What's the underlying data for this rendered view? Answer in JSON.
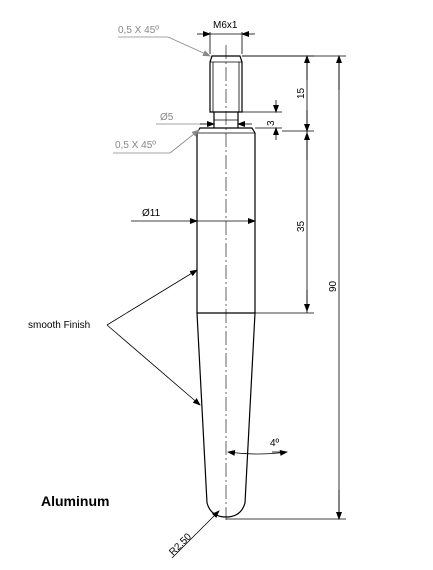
{
  "drawing": {
    "material": "Aluminum",
    "surface_note": "smooth Finish",
    "chamfer_top": "0,5 X 45º",
    "chamfer_shoulder": "0,5 X 45º",
    "thread": "M6x1",
    "groove_diameter": "Ø5",
    "body_diameter": "Ø11",
    "groove_width": "3",
    "thread_length": "15",
    "straight_length": "35",
    "overall_length": "90",
    "taper_angle": "4º",
    "tip_radius": "R2.50"
  }
}
